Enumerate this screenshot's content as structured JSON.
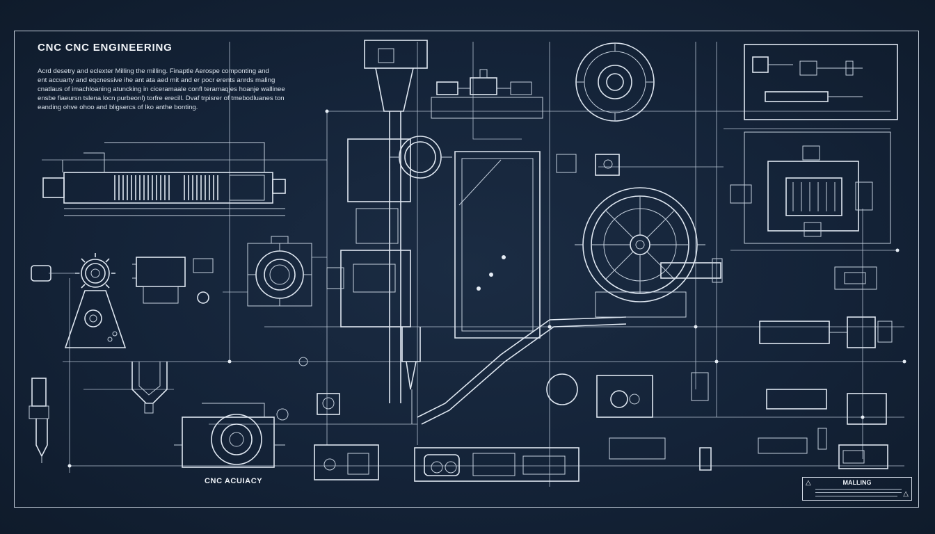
{
  "blueprint": {
    "title": "CNC CNC ENGINEERING",
    "description_lines": [
      "Acrd desetry and eclexter Milling the milling. Finaptle Aerospe componting and",
      "ent accuarty and eqcnessive ihe ant ata aed mit and er pocr erents anrds maling",
      "cnatlaus of imachloaning atuncking in ciceramaale confl teramaqjes hoanje wallinee",
      "ensbe fiaeursn tslena locn purbeonl) torfre erecill. Dvaf trpisrer of tmebodluanes ton",
      "eanding ohve ohoo and bligsercs of Iko anthe bonting."
    ],
    "caption": "CNC ACUIACY",
    "warning_label": "MALLING",
    "warning_icon": "warning-triangle-icon",
    "colors": {
      "background": "#142338",
      "line": "#dfe7f1"
    }
  }
}
